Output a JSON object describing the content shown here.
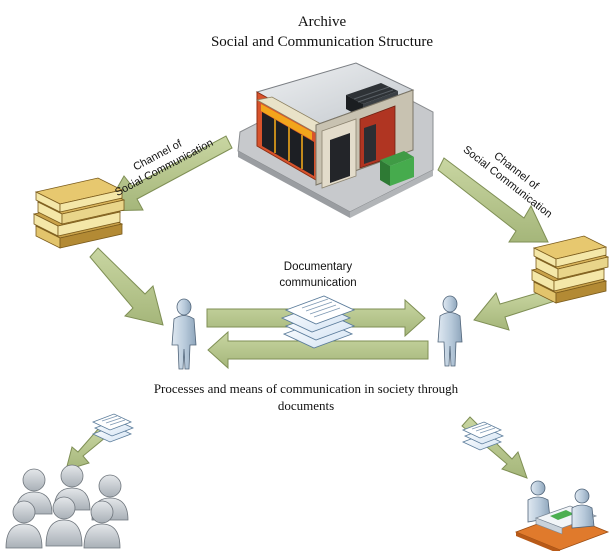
{
  "title": {
    "line1": "Archive",
    "line2": "Social and Communication Structure"
  },
  "labels": {
    "channel_left": {
      "line1": "Channel of",
      "line2": "Social Communication"
    },
    "channel_right": {
      "line1": "Channel of",
      "line2": "Social Communication"
    },
    "documentary": {
      "line1": "Documentary",
      "line2": "communication"
    },
    "processes": {
      "line1": "Processes and means of communication in society through",
      "line2": "documents"
    }
  },
  "icons": {
    "archive": "archive-building-icon",
    "books": "book-stack-icon",
    "documents": "document-stack-icon",
    "person": "person-icon",
    "group": "people-group-icon",
    "meeting": "office-meeting-icon"
  },
  "colors": {
    "arrow_fill": "#b9c98f",
    "arrow_stroke": "#7f8f55",
    "book_page": "#f4e7a8",
    "book_cover": "#c9a24a",
    "person": "#b9cbdc",
    "doc": "#e9f2fa"
  }
}
